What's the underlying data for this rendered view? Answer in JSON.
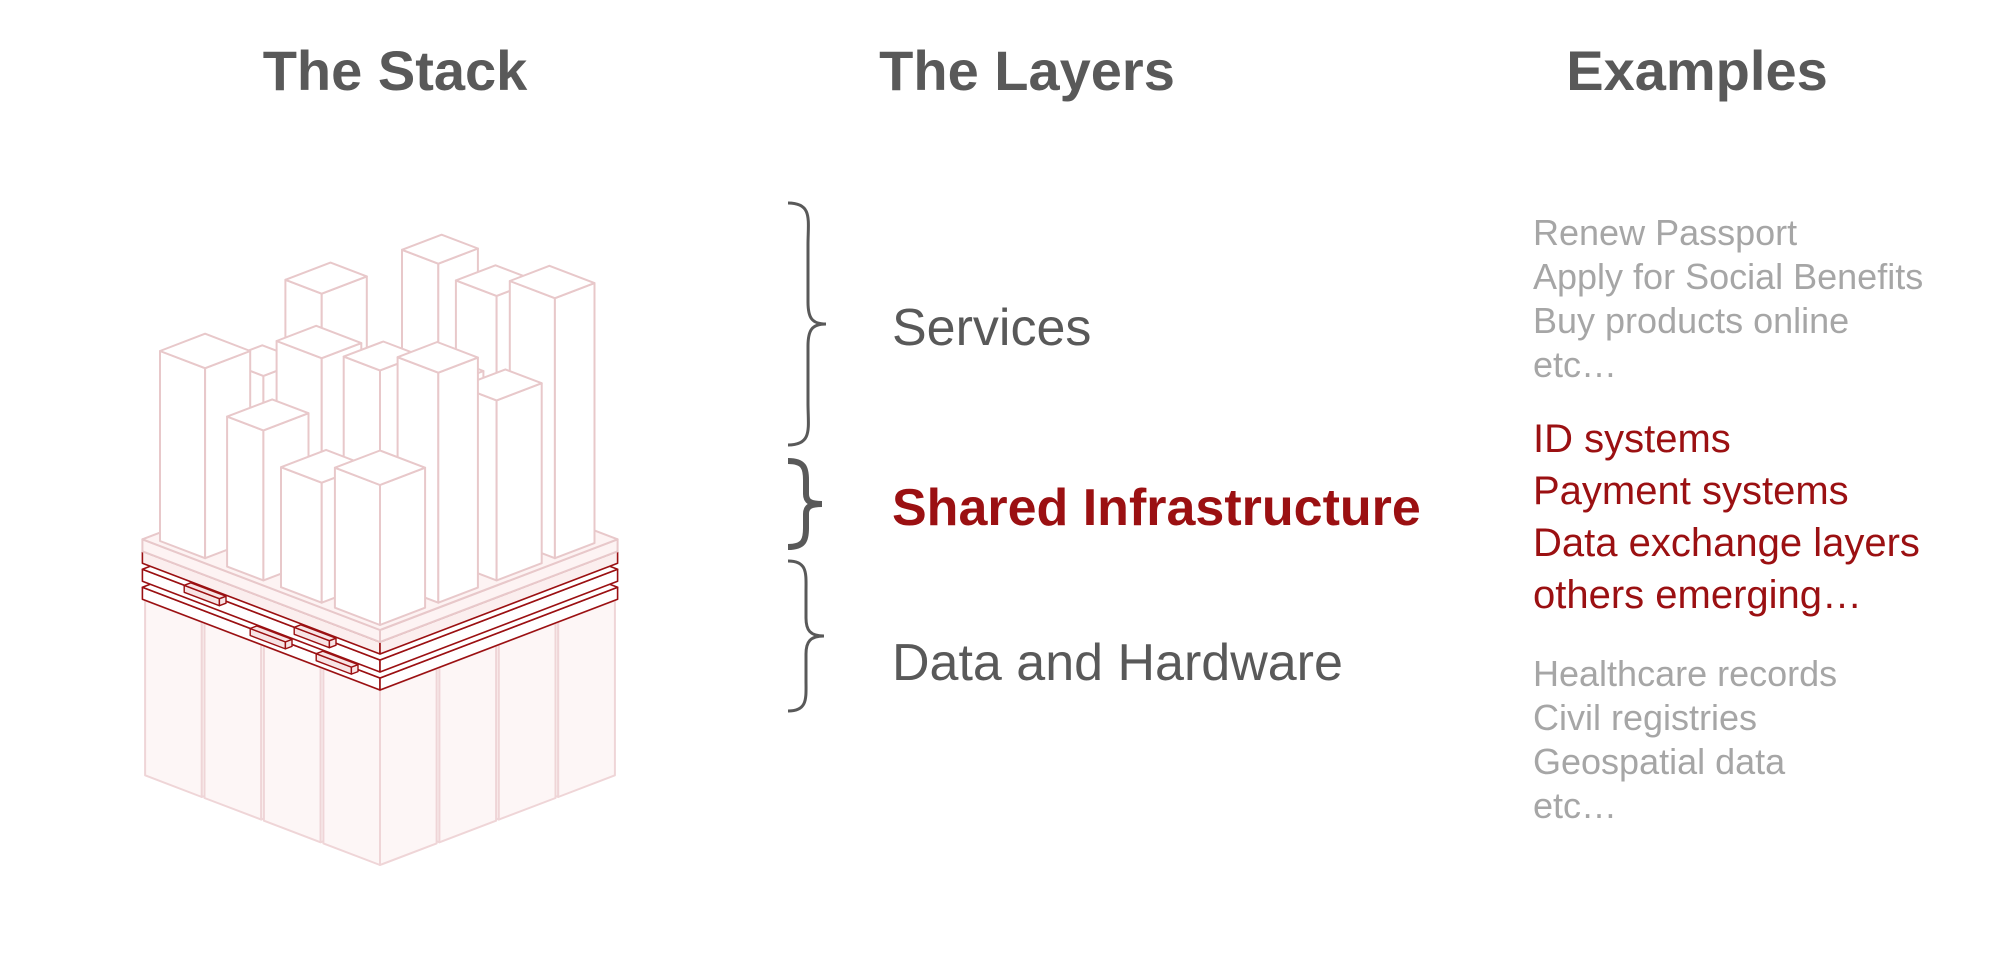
{
  "headers": {
    "stack": "The Stack",
    "layers": "The Layers",
    "examples": "Examples"
  },
  "layers": {
    "services": "Services",
    "shared": "Shared Infrastructure",
    "data": "Data and Hardware"
  },
  "examples": {
    "services": [
      "Renew Passport",
      "Apply for Social Benefits",
      "Buy products online",
      "etc…"
    ],
    "shared": [
      "ID systems",
      "Payment systems",
      "Data exchange layers",
      "others emerging…"
    ],
    "data": [
      "Healthcare records",
      "Civil registries",
      "Geospatial data",
      "etc…"
    ]
  },
  "colors": {
    "heading_grey": "#595959",
    "example_grey": "#a6a6a6",
    "accent_red": "#9b1012",
    "faint_pink": "#e8c8ca"
  },
  "icons": {
    "stack_illustration": "isometric-city-block",
    "brace": "curly-brace-right"
  }
}
